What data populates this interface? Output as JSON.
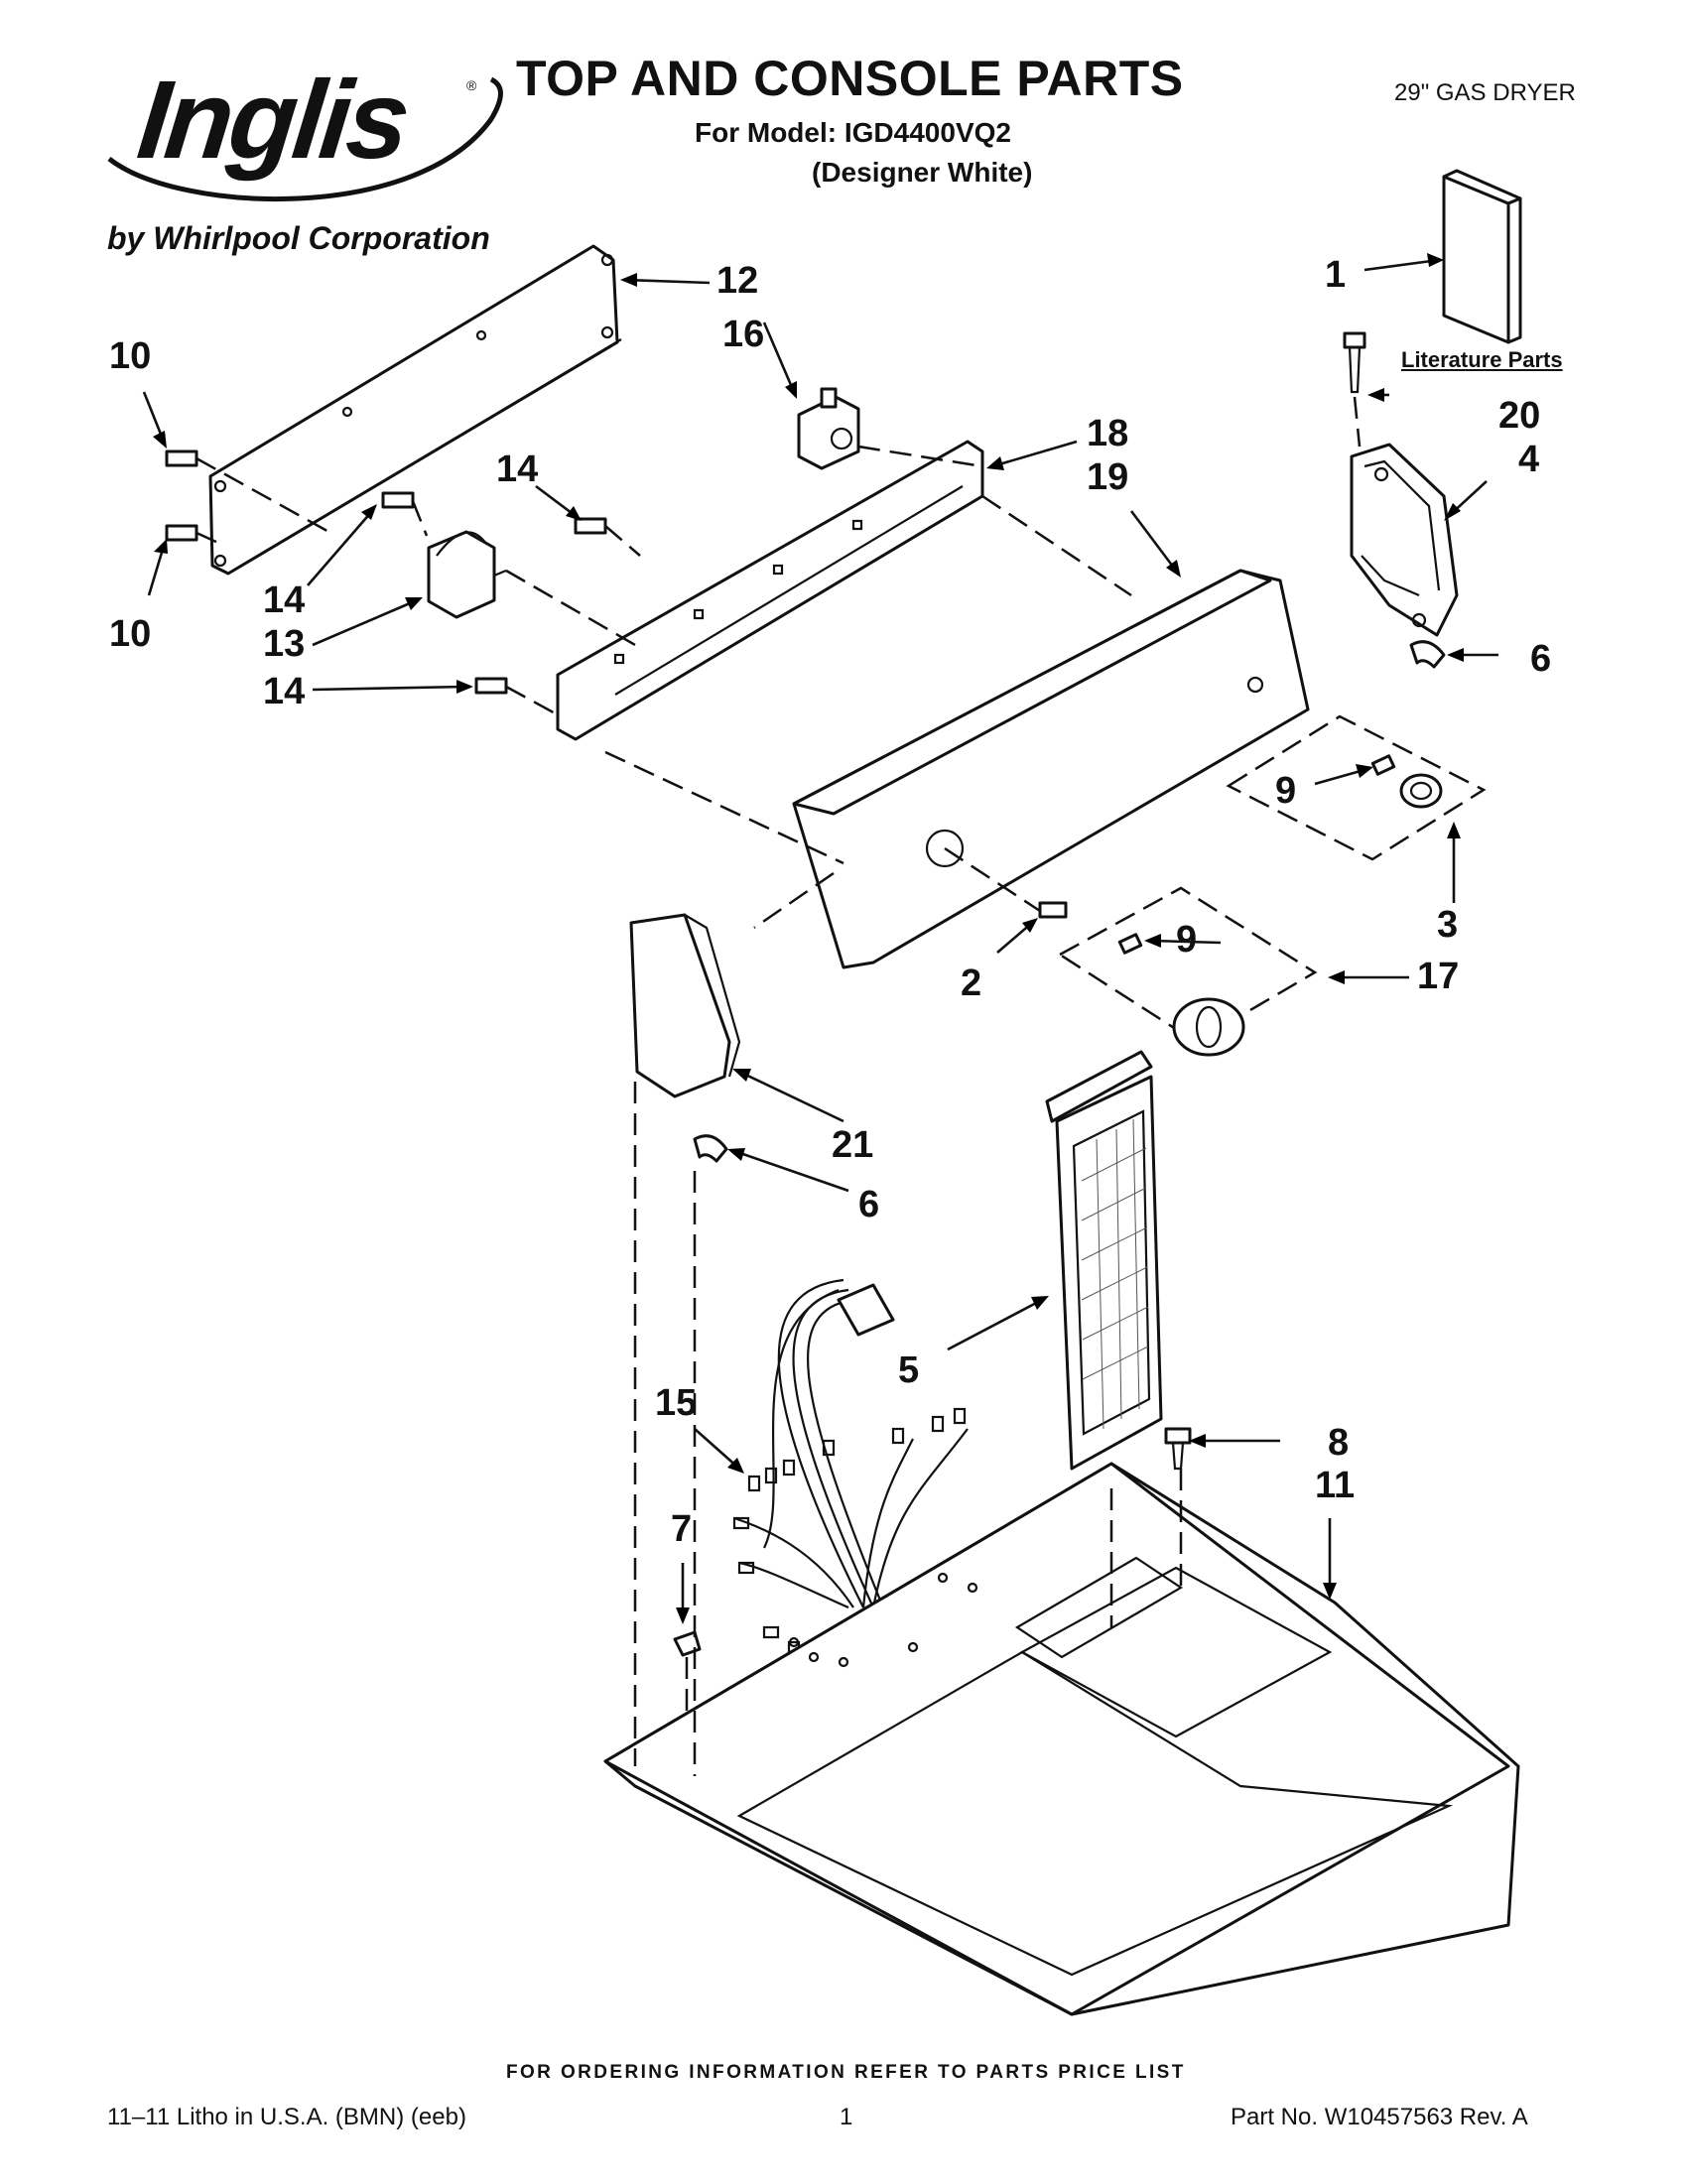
{
  "brand": {
    "logo_text": "Inglis",
    "registered_mark": "®",
    "subtitle": "by Whirlpool Corporation"
  },
  "header": {
    "title": "TOP AND CONSOLE PARTS",
    "model_line": "For Model: IGD4400VQ2",
    "variant": "(Designer White)",
    "product_type": "29\" GAS DRYER"
  },
  "diagram": {
    "literature_label": "Literature Parts",
    "callouts": [
      {
        "id": "c1",
        "label": "1"
      },
      {
        "id": "c2",
        "label": "2"
      },
      {
        "id": "c3",
        "label": "3"
      },
      {
        "id": "c4",
        "label": "4"
      },
      {
        "id": "c5",
        "label": "5"
      },
      {
        "id": "c6a",
        "label": "6"
      },
      {
        "id": "c6b",
        "label": "6"
      },
      {
        "id": "c7",
        "label": "7"
      },
      {
        "id": "c8",
        "label": "8"
      },
      {
        "id": "c9a",
        "label": "9"
      },
      {
        "id": "c9b",
        "label": "9"
      },
      {
        "id": "c10a",
        "label": "10"
      },
      {
        "id": "c10b",
        "label": "10"
      },
      {
        "id": "c11",
        "label": "11"
      },
      {
        "id": "c12",
        "label": "12"
      },
      {
        "id": "c13",
        "label": "13"
      },
      {
        "id": "c14a",
        "label": "14"
      },
      {
        "id": "c14b",
        "label": "14"
      },
      {
        "id": "c14c",
        "label": "14"
      },
      {
        "id": "c15",
        "label": "15"
      },
      {
        "id": "c16",
        "label": "16"
      },
      {
        "id": "c17",
        "label": "17"
      },
      {
        "id": "c18",
        "label": "18"
      },
      {
        "id": "c19",
        "label": "19"
      },
      {
        "id": "c20",
        "label": "20"
      },
      {
        "id": "c21",
        "label": "21"
      }
    ]
  },
  "footer": {
    "ordering_note": "FOR ORDERING INFORMATION REFER TO PARTS PRICE LIST",
    "print_info": "11–11 Litho in U.S.A. (BMN) (eeb)",
    "page_number": "1",
    "part_number": "Part No. W10457563 Rev. A"
  }
}
